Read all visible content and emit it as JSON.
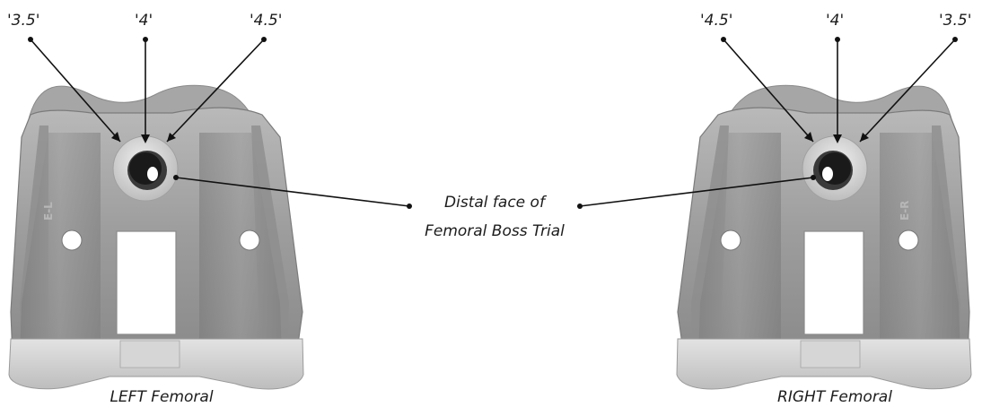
{
  "left_view": {
    "angles": [
      "'3.5'",
      "'4'",
      "'4.5'"
    ],
    "side_marking": "E-L",
    "caption": "LEFT Femoral"
  },
  "right_view": {
    "angles": [
      "'4.5'",
      "'4'",
      "'3.5'"
    ],
    "side_marking": "E-R",
    "caption": "RIGHT Femoral"
  },
  "callout": {
    "line1": "Distal face of",
    "line2": "Femoral Boss Trial"
  },
  "colors": {
    "implant_light": "#cfcfcf",
    "implant_mid": "#9a9a9a",
    "implant_dark": "#6f6f6f",
    "leader": "#111111"
  }
}
